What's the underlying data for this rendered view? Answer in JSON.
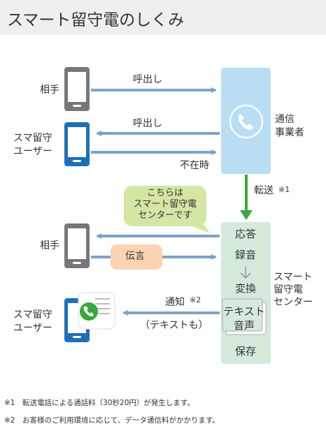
{
  "title": "スマート留守電のしくみ",
  "left_labels": {
    "aite_top": "相手",
    "sumarusu_top": [
      "スマ留守",
      "ユーザー"
    ],
    "aite_bottom": "相手",
    "sumarusu_bottom": [
      "スマ留守",
      "ユーザー"
    ]
  },
  "arrows": {
    "call_in": "呼出し",
    "call_out": "呼出し",
    "absent": "不在時",
    "transfer": "転送",
    "transfer_note": "※1",
    "message": "伝言",
    "notify": "通知",
    "notify_note": "※2",
    "notify_sub": "（テキストも）"
  },
  "carrier_label": [
    "通信",
    "事業者"
  ],
  "center_label": [
    "スマート",
    "留守電",
    "センター"
  ],
  "center_steps": [
    "応答",
    "録音",
    "変換",
    "テキスト",
    "音声",
    "保存"
  ],
  "speech_bubble": [
    "こちらは",
    "スマート留守電",
    "センターです"
  ],
  "footnotes": [
    "※1　転送電話による通話料（30秒20円）が発生します。",
    "※2　お客様のご利用環境に応じて、データ通信料がかかります。"
  ],
  "colors": {
    "arrow_blue": "#7ea2c6",
    "phone_gray": "#777777",
    "phone_blue": "#1d6fb5",
    "carrier_box": "#b9def3",
    "center_box": "#d5eadb",
    "green_arrow": "#3aa63e",
    "bubble_green": "#d4e6a4",
    "bubble_orange": "#fbd3b3"
  }
}
